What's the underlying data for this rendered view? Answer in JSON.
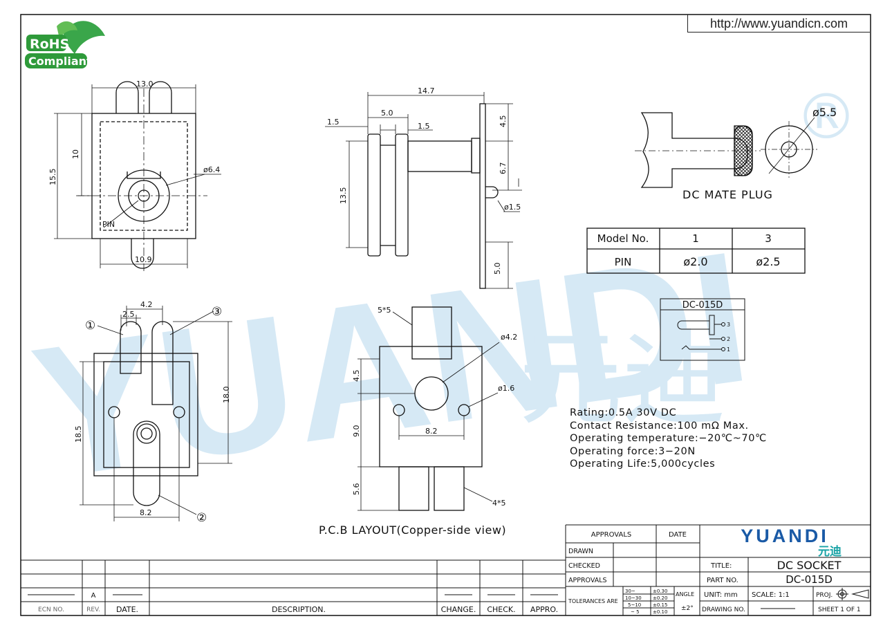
{
  "header": {
    "url": "http://www.yuandicn.com",
    "rohs_top": "RoHS",
    "rohs_bottom": "Compliant"
  },
  "watermark": {
    "text": "YUANDI",
    "registered": "®",
    "cn": "元迪"
  },
  "top_view": {
    "width": "13.0",
    "height": "15.5",
    "pin_height": "10",
    "hole_dia": "ø6.4",
    "pin_label": "PIN",
    "bottom_width": "10.9"
  },
  "side_view": {
    "length": "14.7",
    "d_1_5_left": "1.5",
    "d_5_0": "5.0",
    "d_1_5_right": "1.5",
    "height": "13.5",
    "d_4_5": "4.5",
    "d_6_7": "6.7",
    "pin_dia": "ø1.5",
    "d_5_0_bottom": "5.0"
  },
  "bottom_view": {
    "d_4_2": "4.2",
    "d_2_5": "2.5",
    "pin1": "①",
    "pin2": "②",
    "pin3": "③",
    "height_right": "18.0",
    "height_left": "18.5",
    "width_bottom": "8.2"
  },
  "pcb": {
    "pad_top": "5*5",
    "hole_big": "ø4.2",
    "hole_small": "ø1.6",
    "d_4_5": "4.5",
    "d_9_0": "9.0",
    "d_8_2": "8.2",
    "d_5_6": "5.6",
    "pad_bottom": "4*5",
    "caption": "P.C.B LAYOUT(Copper-side view)"
  },
  "plug": {
    "dia": "ø5.5",
    "caption": "DC MATE PLUG"
  },
  "model_table": {
    "headers": [
      "Model No.",
      "1",
      "3"
    ],
    "row": [
      "PIN",
      "ø2.0",
      "ø2.5"
    ]
  },
  "schematic": {
    "title": "DC-015D",
    "p3": "3",
    "p2": "2",
    "p1": "1"
  },
  "specs": [
    "Rating:0.5A  30V  DC",
    "Contact  Resistance:100  mΩ  Max.",
    "Operating  temperature:−20℃~70℃",
    "Operating  force:3−20N",
    "Operating  Life:5,000cycles"
  ],
  "title_block": {
    "approvals": "APPROVALS",
    "date": "DATE",
    "drawn": "DRAWN",
    "checked": "CHECKED",
    "approvals2": "APPROVALS",
    "tolerances": "TOLERANCES ARE",
    "tol_ranges": [
      "30~",
      "10~30",
      "5~10",
      "~ 5"
    ],
    "tol_values": [
      "±0.30",
      "±0.20",
      "±0.15",
      "±0.10"
    ],
    "angle": "ANGLE",
    "angle_value": "±2°",
    "brand": "YUANDI",
    "brand_cn": "元迪",
    "title_label": "TITLE:",
    "title_value": "DC SOCKET",
    "part_label": "PART NO.",
    "part_value": "DC-015D",
    "unit": "UNIT:  mm",
    "scale": "SCALE:   1:1",
    "proj": "PROJ.",
    "drawing_no": "DRAWING NO.",
    "sheet": "SHEET   1  OF  1"
  },
  "revision_block": {
    "rev_value": "A",
    "ecn": "ECN  NO.",
    "rev": "REV.",
    "date": "DATE.",
    "description": "DESCRIPTION.",
    "change": "CHANGE.",
    "check": "CHECK.",
    "appro": "APPRO."
  },
  "colors": {
    "line": "#111111",
    "watermark": "#d6e9f5",
    "rohs_green": "#2e9a3a",
    "brand_blue": "#1a5aa6",
    "brand_teal": "#1aa3a6"
  }
}
